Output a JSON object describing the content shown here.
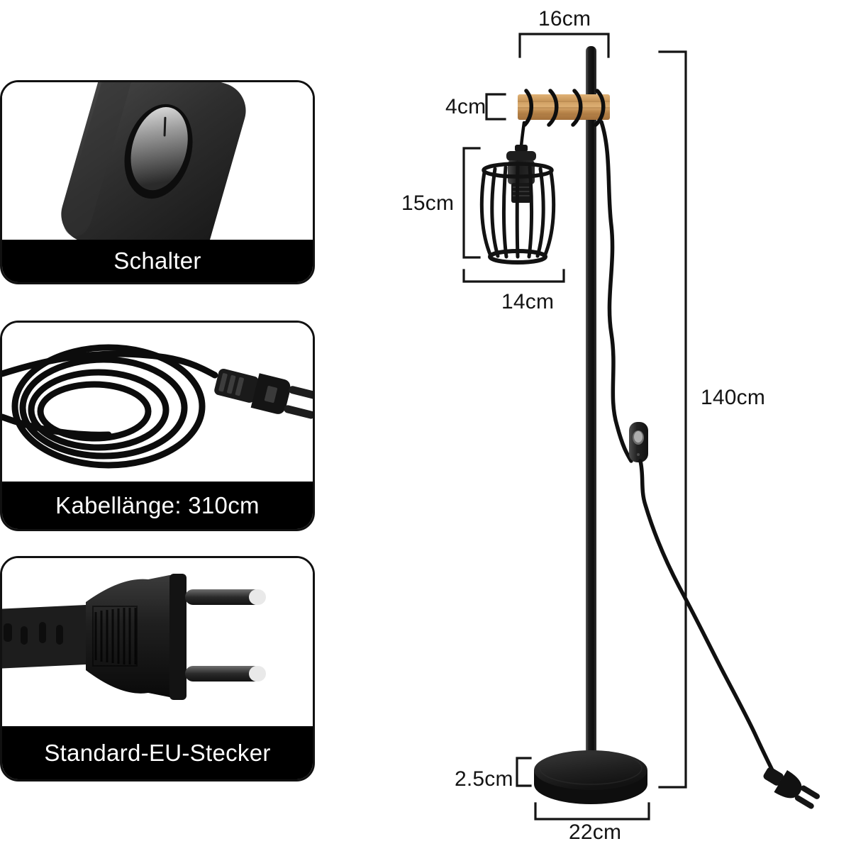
{
  "page": {
    "title": "Stehlampe Produktabmessungen",
    "background_color": "#ffffff",
    "line_color": "#141414"
  },
  "feature_panels": [
    {
      "id": "switch",
      "caption": "Schalter",
      "image_name": "inline-rocker-switch-photo",
      "caption_background": "#000000",
      "caption_color": "#ffffff"
    },
    {
      "id": "cable",
      "caption": "Kabellänge: 310cm",
      "image_name": "coiled-power-cable-photo",
      "caption_background": "#000000",
      "caption_color": "#ffffff"
    },
    {
      "id": "plug",
      "caption": "Standard-EU-Stecker",
      "image_name": "europlug-closeup-photo",
      "caption_background": "#000000",
      "caption_color": "#ffffff"
    }
  ],
  "dimensions": {
    "crossbar_width": "16cm",
    "crossbar_height": "4cm",
    "shade_height": "15cm",
    "shade_width": "14cm",
    "total_height": "140cm",
    "base_thickness": "2.5cm",
    "base_diameter": "22cm"
  },
  "product": {
    "name": "floor-lamp",
    "parts": [
      "wood-crossbar",
      "metal-pole",
      "cage-lampshade",
      "round-base",
      "power-cord",
      "inline-switch",
      "eu-plug"
    ],
    "colors": {
      "metal": "#1b1b1b",
      "wood_light": "#d8a86a",
      "wood_mid": "#bf8d52",
      "wood_dark": "#9c6f3c"
    }
  }
}
